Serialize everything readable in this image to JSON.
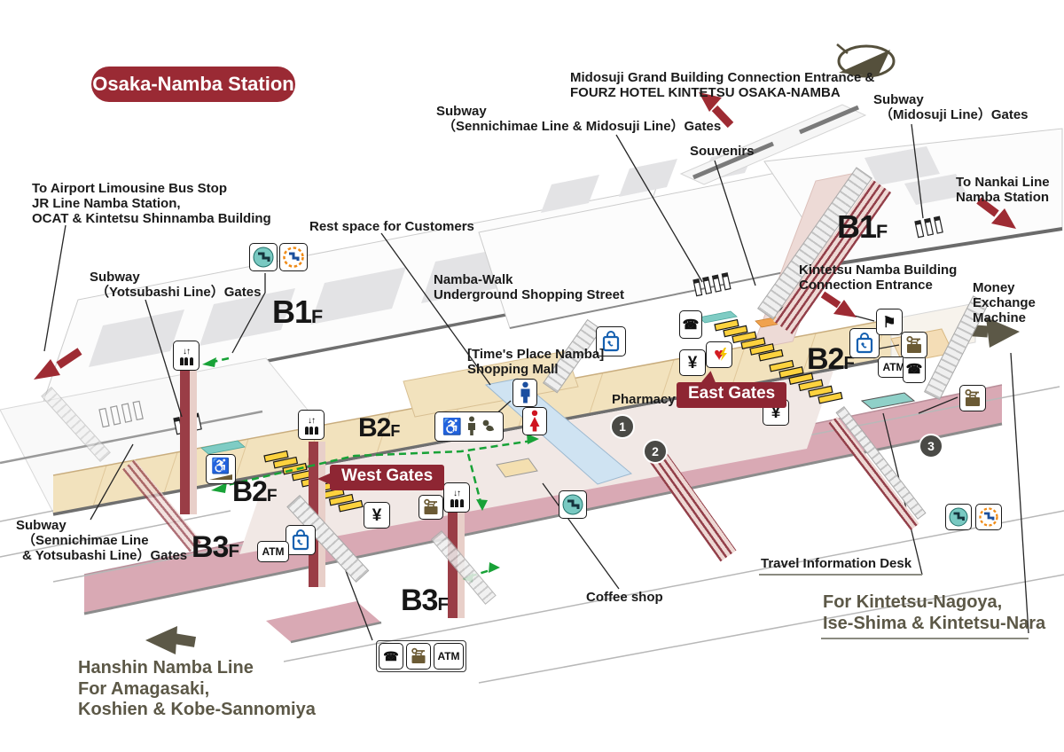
{
  "title": "Osaka-Namba Station",
  "labels": {
    "midosuji_grand": {
      "l1": "Midosuji Grand Building Connection Entrance &",
      "l2": "FOURZ HOTEL KINTETSU OSAKA-NAMBA"
    },
    "subway_sen_mido": {
      "l1": "Subway",
      "l2": "（Sennichimae Line & Midosuji Line）Gates"
    },
    "souvenirs": {
      "l1": "Souvenirs"
    },
    "subway_mido": {
      "l1": "Subway",
      "l2": "（Midosuji Line）Gates"
    },
    "to_nankai": {
      "l1": "To Nankai Line",
      "l2": "Namba Station"
    },
    "airport": {
      "l1": "To Airport Limousine Bus Stop",
      "l2": "JR Line Namba Station,",
      "l3": "OCAT & Kintetsu Shinnamba Building"
    },
    "rest_space": {
      "l1": "Rest space for Customers"
    },
    "namba_walk": {
      "l1": "Namba-Walk",
      "l2": "Underground Shopping Street"
    },
    "subway_yotsu": {
      "l1": "Subway",
      "l2": "（Yotsubashi Line）Gates"
    },
    "kintetsu_bldg": {
      "l1": "Kintetsu Namba Building",
      "l2": "Connection Entrance"
    },
    "money_exchange": {
      "l1": "Money",
      "l2": "Exchange",
      "l3": "Machine"
    },
    "times_place": {
      "l1": "[Time's Place Namba]",
      "l2": "Shopping Mall"
    },
    "pharmacy": {
      "l1": "Pharmacy"
    },
    "subway_sen_yotsu": {
      "l1": "Subway",
      "l2": "（Sennichimae Line",
      "l3": " & Yotsubashi Line）Gates"
    },
    "travel_info": {
      "l1": "Travel Information Desk"
    },
    "coffee_shop": {
      "l1": "Coffee shop"
    },
    "for_kintetsu": {
      "l1": "For Kintetsu-Nagoya,",
      "l2": "Ise-Shima & Kintetsu-Nara"
    },
    "hanshin": {
      "l1": "Hanshin Namba Line",
      "l2": "For Amagasaki,",
      "l3": "Koshien & Kobe-Sannomiya"
    }
  },
  "badges": {
    "east_gates": "East Gates",
    "west_gates": "West Gates"
  },
  "floors": {
    "b1": {
      "main": "B1",
      "sub": "F"
    },
    "b2": {
      "main": "B2",
      "sub": "F"
    },
    "b3": {
      "main": "B3",
      "sub": "F"
    }
  },
  "markers": {
    "n1": "1",
    "n2": "2",
    "n3": "3"
  },
  "icons": {
    "yen": "¥",
    "atm": "ATM",
    "flag": "⚑",
    "phone": "☎",
    "wheelchair": "♿",
    "elevator_arrows": "↓↑"
  },
  "colors": {
    "brand_red": "#9a2a34",
    "badge_red": "#8e2633",
    "olive": "#5c5847",
    "route_green": "#18a237",
    "floor_cream": "#f2e2bd",
    "platform_mauve": "#d9a9b4",
    "walkway_blue": "#cfe3f2",
    "gate_yellow": "#fdd23e",
    "teal": "#7fccc4"
  }
}
